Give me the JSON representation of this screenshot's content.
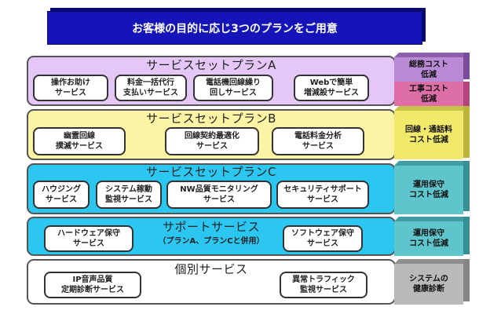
{
  "banner": {
    "title": "お客様の目的に応じ3つのプランをご用意"
  },
  "plans": [
    {
      "title": "サービスセットプランA",
      "items": [
        "操作お助け\nサービス",
        "料金一括代行\n支払いサービス",
        "電話機回線繰り\n回しサービス",
        "Webで簡単\n増減設サービス"
      ]
    },
    {
      "title": "サービスセットプランB",
      "items": [
        "幽霊回線\n撲滅サービス",
        "回線契約最適化\nサービス",
        "電話料金分析\nサービス"
      ]
    },
    {
      "title": "サービスセットプランC",
      "items": [
        "ハウジング\nサービス",
        "システム稼動\n監視サービス",
        "NW品質モニタリング\nサービス",
        "セキュリティサポート\nサービス"
      ]
    },
    {
      "title": "サポートサービス",
      "subtitle": "（プランA、プランCと併用）",
      "items": [
        "ハードウェア保守\nサービス",
        "ソフトウェア保守\nサービス"
      ]
    },
    {
      "title": "個別サービス",
      "items": [
        "IP音声品質\n定期診断サービス",
        "異常トラフィック\n監視サービス"
      ]
    }
  ],
  "side_labels": [
    "総務コスト\n低減",
    "工事コスト\n低減",
    "回線・通話料\nコスト低減",
    "運用保守\nコスト低減",
    "運用保守\nコスト低減",
    "システムの\n健康診断"
  ],
  "colors": {
    "banner": "#1414b8",
    "planA": "#e4c7f7",
    "planB": "#fbf4a4",
    "planC": "#2cc7f1",
    "support": "#2cc7f1",
    "individual": "#ffffff",
    "side_purple": "#b98bd6",
    "side_pink": "#dd6fa6",
    "side_yellow": "#f1e96b",
    "side_teal": "#5fc5cd",
    "side_gray": "#b9b9b9"
  }
}
